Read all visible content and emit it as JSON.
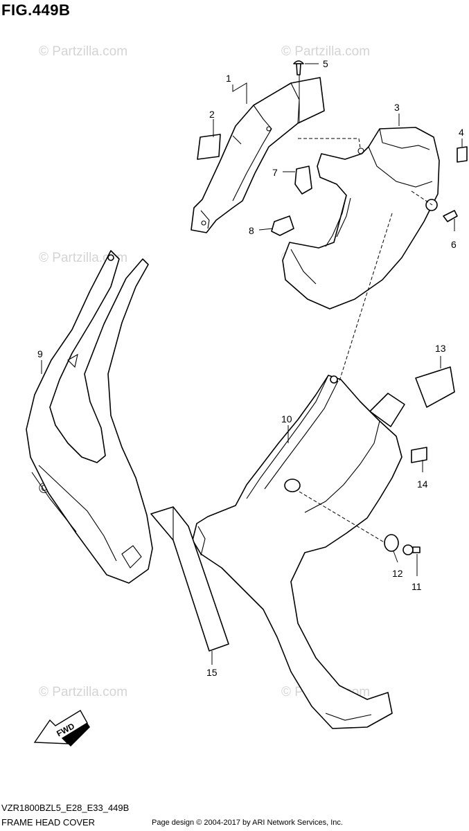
{
  "figure": {
    "title": "FIG.449B"
  },
  "watermark": {
    "text": "© Partzilla.com"
  },
  "callouts": [
    "1",
    "2",
    "3",
    "4",
    "5",
    "6",
    "7",
    "8",
    "9",
    "10",
    "11",
    "12",
    "13",
    "14",
    "15"
  ],
  "direction_badge": "FWD",
  "footer": {
    "model_code": "VZR1800BZL5_E28_E33_449B",
    "section_name": "FRAME HEAD COVER",
    "credit": "Page design © 2004-2017 by ARI Network Services, Inc."
  },
  "colors": {
    "line": "#000000",
    "watermark": "#d4d4d4",
    "background": "#ffffff"
  }
}
